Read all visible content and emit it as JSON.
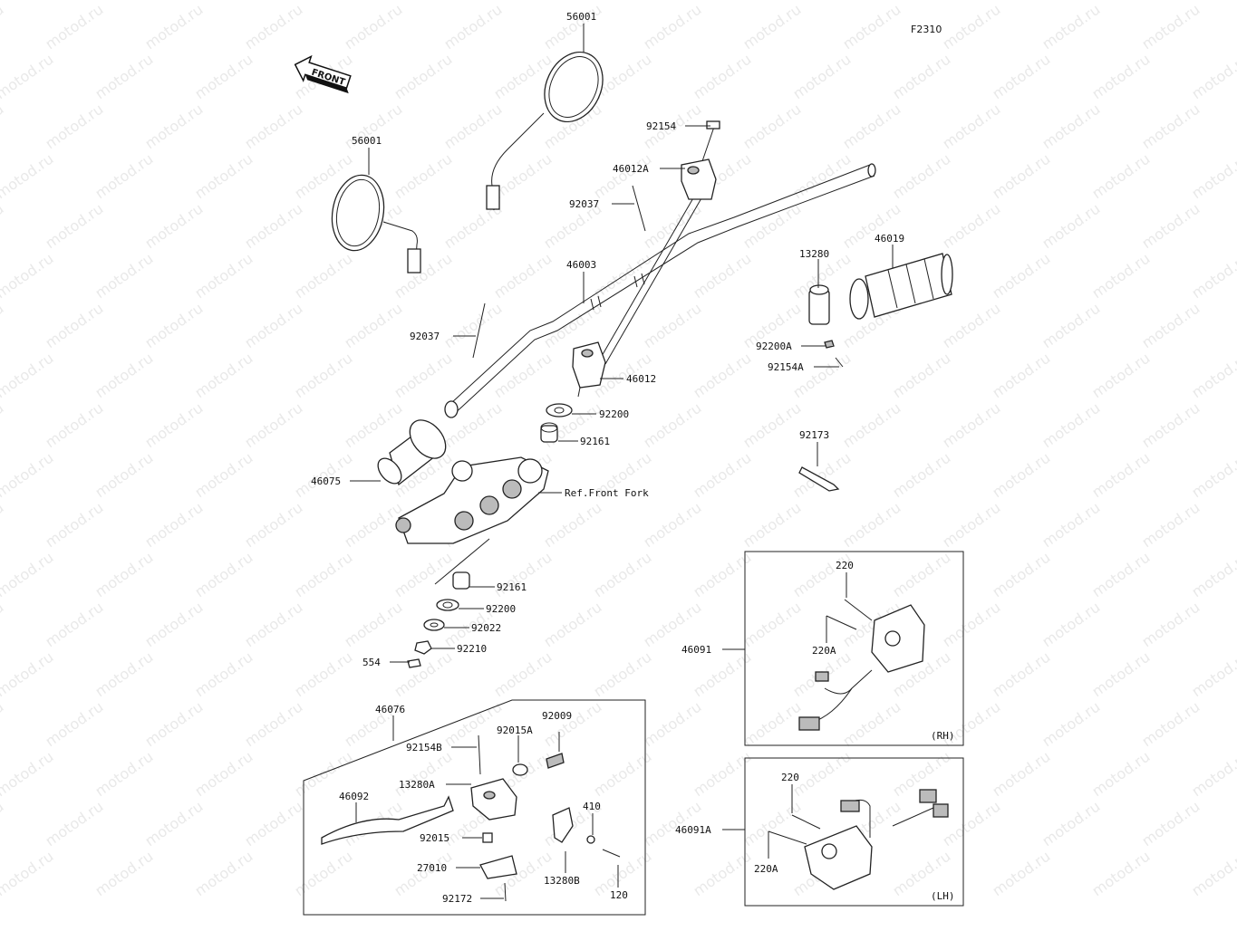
{
  "figure_code": "F2310",
  "watermark": "motod.ru",
  "front_arrow": "FRONT",
  "labels": {
    "mirror_right": "56001",
    "mirror_left": "56001",
    "bolt_top": "92154",
    "holder_upper": "46012A",
    "stud_upper": "92037",
    "handlebar": "46003",
    "stud_lower": "92037",
    "holder_lower": "46012",
    "collar_top": "92200",
    "damper_top": "92161",
    "grip_left": "46075",
    "ref_front_fork": "Ref.Front Fork",
    "damper_bottom": "92161",
    "collar_bottom": "92200",
    "washer": "92022",
    "nut": "92210",
    "pin": "554",
    "switch_housing_13280": "13280",
    "grip_right": "46019",
    "collar_92200A": "92200A",
    "bolt_92154A": "92154A",
    "band": "92173",
    "lever_assy": "46076",
    "bolt_92009": "92009",
    "collar_92015A": "92015A",
    "bolt_92154B": "92154B",
    "holder_13280A": "13280A",
    "lever": "46092",
    "collar_92015": "92015",
    "switch_27010": "27010",
    "screw_92172": "92172",
    "bracket_13280B": "13280B",
    "nut_410": "410",
    "screw_120": "120",
    "switch_rh": "46091",
    "screw_220_rh": "220",
    "screw_220A_rh": "220A",
    "side_rh": "(RH)",
    "switch_lh": "46091A",
    "screw_220_lh": "220",
    "screw_220A_lh": "220A",
    "side_lh": "(LH)"
  }
}
